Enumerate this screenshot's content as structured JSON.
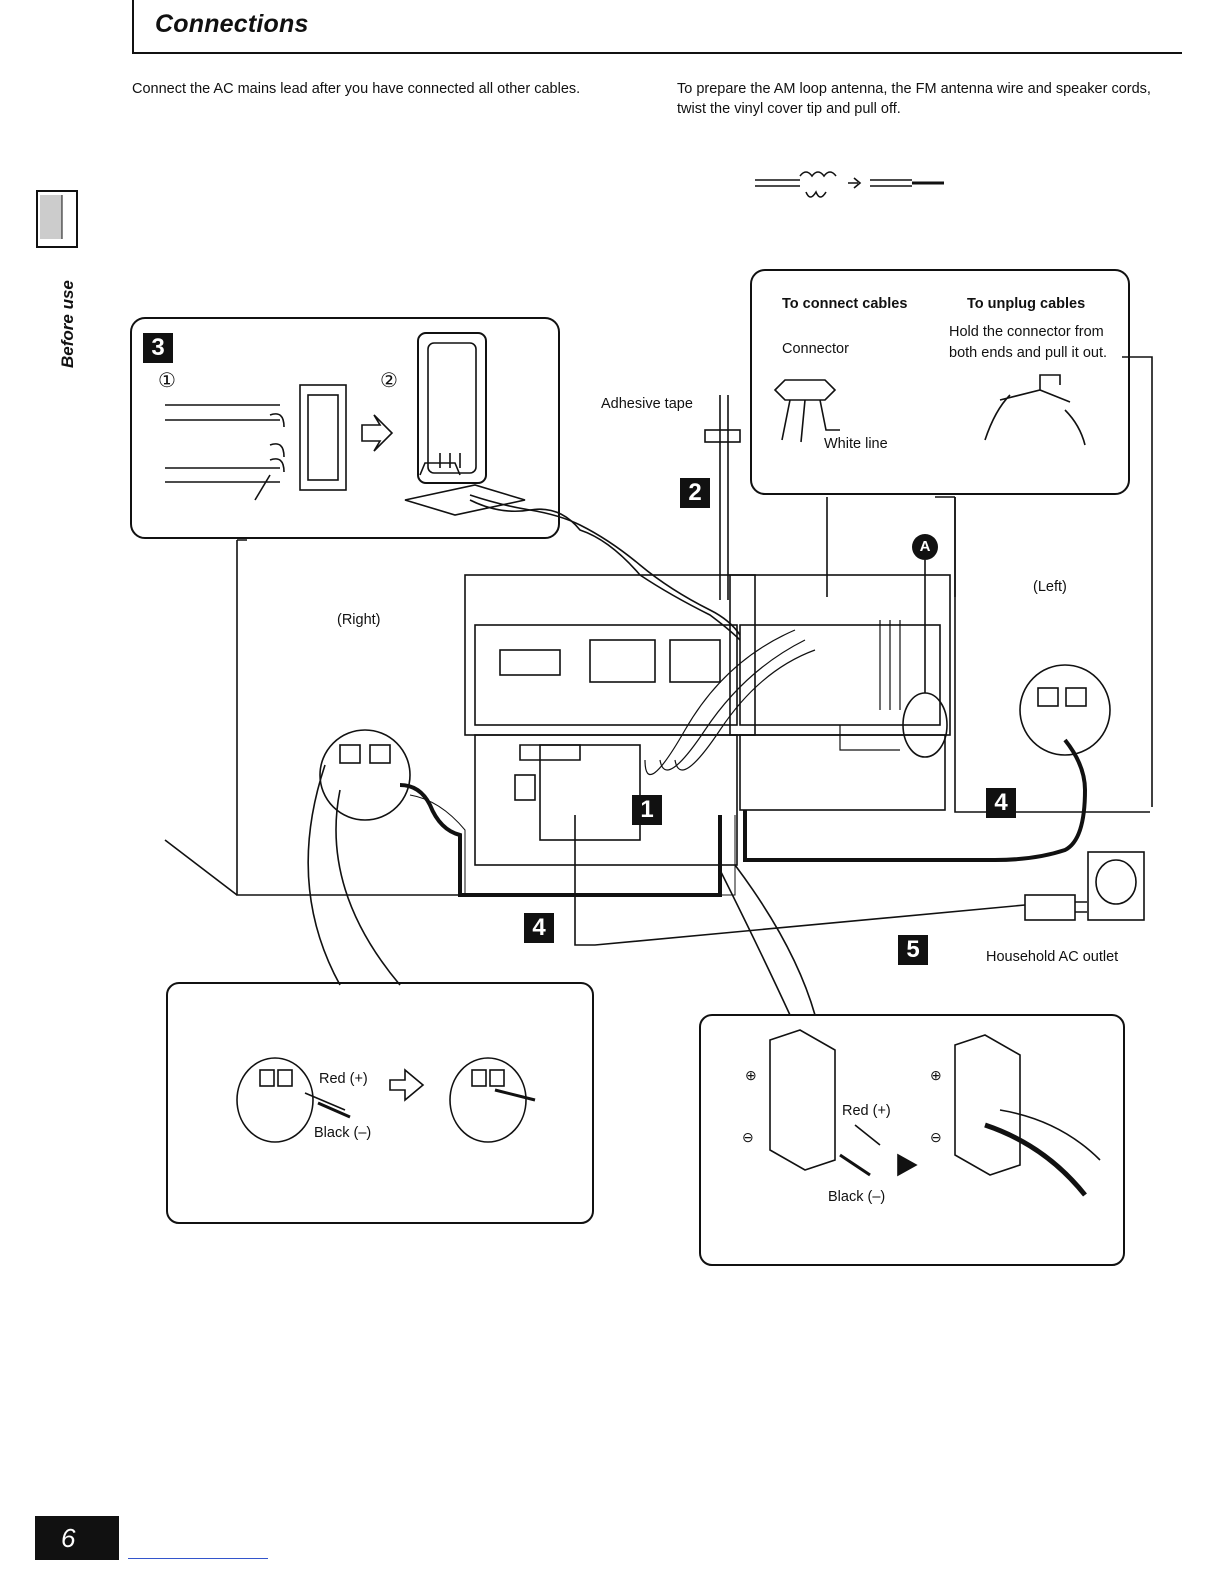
{
  "header": {
    "title": "Connections"
  },
  "intro": {
    "left": "Connect the AC mains lead after you have connected all other cables.",
    "right": "To prepare the AM loop antenna, the FM antenna wire and speaker cords, twist the vinyl cover tip and pull off."
  },
  "side_tab": "Before use",
  "cable_box": {
    "connect_heading": "To connect cables",
    "unplug_heading": "To unplug cables",
    "connector": "Connector",
    "white_line": "White line",
    "unplug_text_1": "Hold the connector from",
    "unplug_text_2": "both ends and pull it out."
  },
  "labels": {
    "adhesive_tape": "Adhesive tape",
    "right": "(Right)",
    "left": "(Left)",
    "household_outlet": "Household AC outlet",
    "red_plus": "Red (+)",
    "black_minus": "Black (–)"
  },
  "steps": {
    "s1": "1",
    "s2": "2",
    "s3": "3",
    "s4": "4",
    "s5": "5",
    "a": "A"
  },
  "circled": {
    "one": "①",
    "two": "②"
  },
  "footer": {
    "page_number": "6"
  }
}
